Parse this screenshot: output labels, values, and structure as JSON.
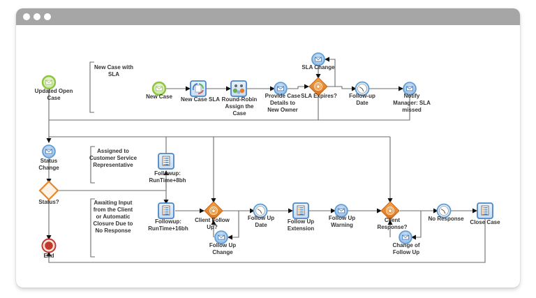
{
  "window": {
    "controls": [
      "window-dot",
      "window-dot",
      "window-dot"
    ]
  },
  "colors": {
    "titlebar": "#a6a6a6",
    "line": "#6b6b6b",
    "start_event": "#8cc63f",
    "intermediate_event": "#5b9bd5",
    "gateway": "#e8852a",
    "end_event": "#c0392b",
    "task_border": "#4a86c8"
  },
  "annotations": {
    "new_case_sla": [
      "New Case with",
      "SLA"
    ],
    "assigned_csr": [
      "Assigned to",
      "Customer Service",
      "Representative"
    ],
    "awaiting_input": [
      "Awaiting Input",
      "from the Client",
      "or Automatic",
      "Closure Due to",
      "No Response"
    ]
  },
  "nodes": {
    "updated_open_case": {
      "type": "start-message",
      "label": [
        "Updated Open",
        "Case"
      ]
    },
    "new_case": {
      "type": "start-message",
      "label": [
        "New Case"
      ]
    },
    "new_case_sla": {
      "type": "task-sla",
      "label": [
        "New Case SLA"
      ]
    },
    "round_robin": {
      "type": "task-assign",
      "label": [
        "Round-Robin",
        "Assign the",
        "Case"
      ]
    },
    "provide_case_details": {
      "type": "message-event",
      "label": [
        "Provide Case",
        "Details to",
        "New Owner"
      ]
    },
    "sla_change": {
      "type": "message-event",
      "label": [
        "SLA Change"
      ]
    },
    "sla_expires": {
      "type": "event-gateway",
      "label": [
        "SLA Expires?"
      ]
    },
    "follow_up_date_top": {
      "type": "timer-event",
      "label": [
        "Follow-up",
        "Date"
      ]
    },
    "notify_manager": {
      "type": "message-event",
      "label": [
        "Notify",
        "Manager: SLA",
        "missed"
      ]
    },
    "status_change": {
      "type": "message-event",
      "label": [
        "Status",
        "Change"
      ]
    },
    "status_gateway": {
      "type": "exclusive-gateway",
      "label": [
        "Status?"
      ]
    },
    "end": {
      "type": "end-event",
      "label": [
        "End"
      ]
    },
    "followup_8bh": {
      "type": "task-list",
      "label": [
        "Followup:",
        "RunTime+8bh"
      ]
    },
    "followup_16bh": {
      "type": "task-list",
      "label": [
        "Followup:",
        "RunTime+16bh"
      ]
    },
    "client_follow_up": {
      "type": "event-gateway",
      "label": [
        "Client Follow",
        "Up?"
      ]
    },
    "follow_up_change": {
      "type": "message-event",
      "label": [
        "Follow Up",
        "Change"
      ]
    },
    "follow_up_date": {
      "type": "timer-event",
      "label": [
        "Follow Up",
        "Date"
      ]
    },
    "follow_up_extension": {
      "type": "task-list",
      "label": [
        "Follow Up",
        "Extension"
      ]
    },
    "follow_up_warning": {
      "type": "message-event",
      "label": [
        "Follow Up",
        "Warning"
      ]
    },
    "client_response": {
      "type": "event-gateway",
      "label": [
        "Client",
        "Response?"
      ]
    },
    "change_of_follow_up": {
      "type": "message-event",
      "label": [
        "Change of",
        "Follow Up"
      ]
    },
    "no_response": {
      "type": "timer-event",
      "label": [
        "No Response"
      ]
    },
    "close_case": {
      "type": "task-list",
      "label": [
        "Close Case"
      ]
    }
  }
}
